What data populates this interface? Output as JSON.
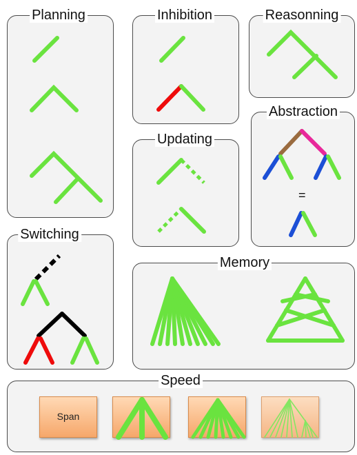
{
  "panels": {
    "planning": "Planning",
    "inhibition": "Inhibition",
    "reasoning": "Reasonning",
    "abstraction": "Abstraction",
    "updating": "Updating",
    "switching": "Switching",
    "memory": "Memory",
    "speed": "Speed"
  },
  "abstraction_equals": "=",
  "speed_boxes": [
    {
      "label": "Span"
    },
    {
      "label": ""
    },
    {
      "label": ""
    },
    {
      "label": ""
    }
  ],
  "colors": {
    "green": "#6ae33f",
    "red": "#ee0b0b",
    "black": "#000000",
    "blue": "#1c4fd6",
    "brown": "#9a6b3f",
    "pink": "#e8289a",
    "box_orange": "#f6a76a"
  }
}
